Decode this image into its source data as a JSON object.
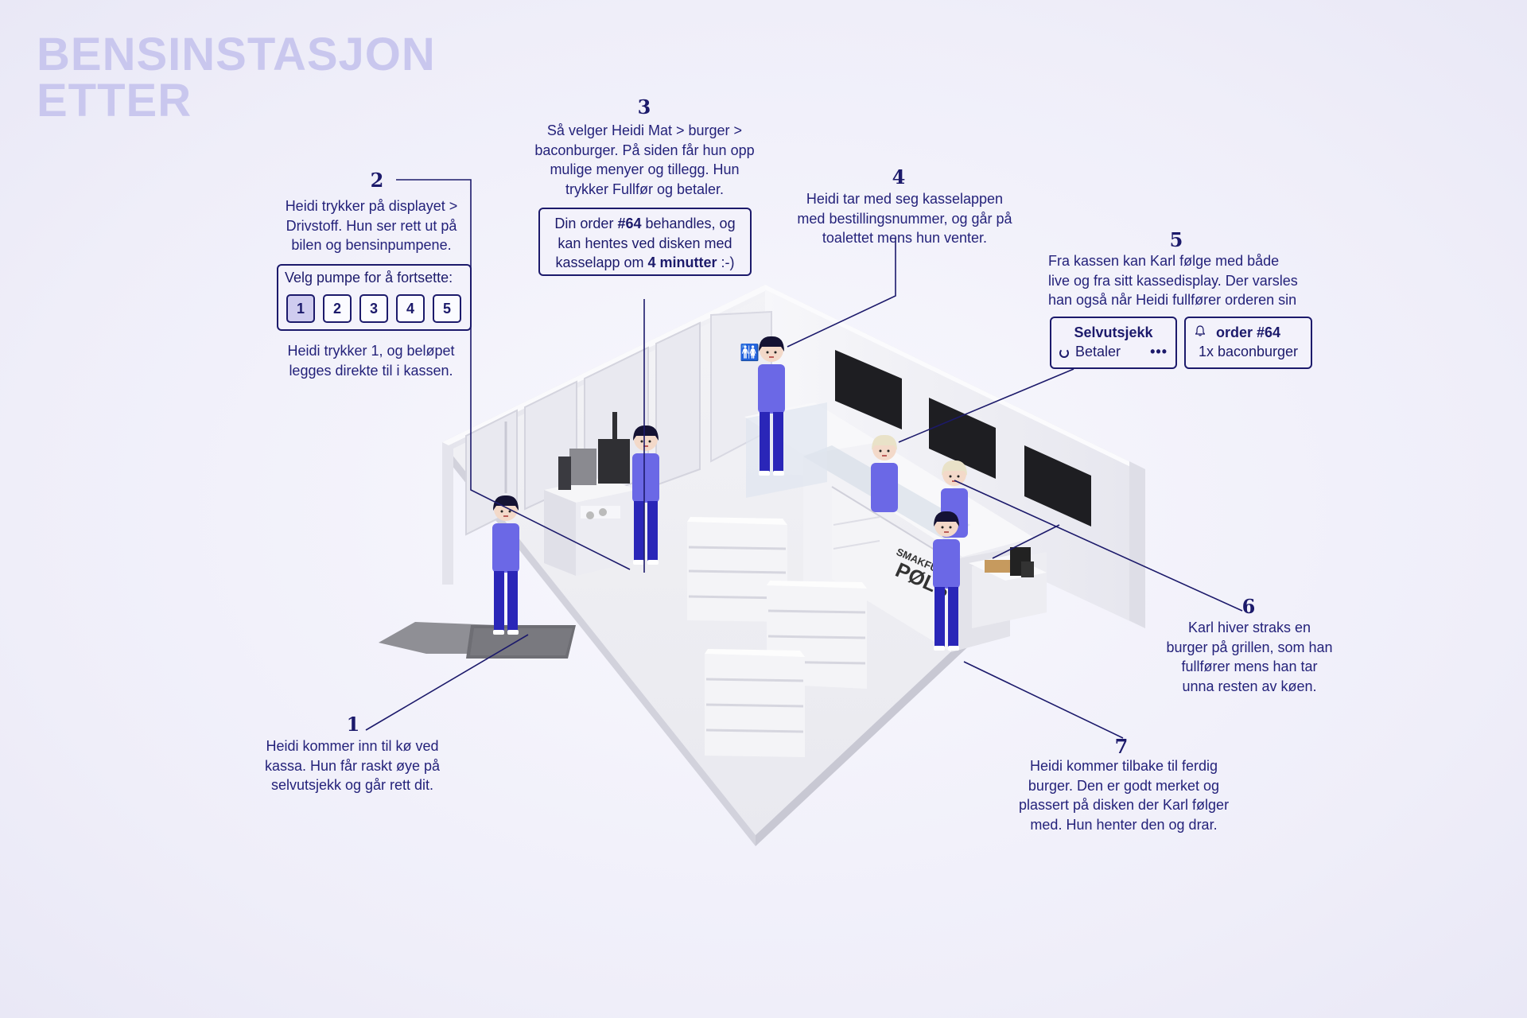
{
  "title": {
    "line1": "BENSINSTASJON",
    "line2": "ETTER"
  },
  "steps": {
    "s1": {
      "num": "1",
      "text": "Heidi kommer inn til kø ved kassa. Hun får raskt øye på selvutsjekk og går rett dit."
    },
    "s2": {
      "num": "2",
      "text": "Heidi trykker på displayet > Drivstoff. Hun ser rett ut på bilen og bensinpumpene.",
      "after": "Heidi trykker 1, og beløpet legges direkte til i kassen."
    },
    "s3": {
      "num": "3",
      "text": "Så velger Heidi Mat > burger > baconburger. På siden får hun opp mulige menyer og tillegg. Hun trykker Fullfør og betaler."
    },
    "s4": {
      "num": "4",
      "text": "Heidi tar med seg kasselappen med bestillingsnummer, og går på toalettet mens hun venter."
    },
    "s5": {
      "num": "5",
      "text": "Fra kassen kan Karl følge med både live og fra sitt kassedisplay. Der varsles han også når Heidi fullfører orderen sin"
    },
    "s6": {
      "num": "6",
      "text": "Karl hiver straks en burger på grillen, som han fullfører mens han tar unna resten av køen."
    },
    "s7": {
      "num": "7",
      "text": "Heidi kommer tilbake til ferdig burger. Den er godt merket og plassert på disken der Karl følger med. Hun henter den og drar."
    }
  },
  "pump_box": {
    "label": "Velg pumpe for å fortsette:",
    "buttons": [
      "1",
      "2",
      "3",
      "4",
      "5"
    ],
    "selected": "1"
  },
  "order_box": {
    "t1": "Din order ",
    "order": "#64",
    "t2": " behandles, og kan hentes ved disken med kasselapp om ",
    "time": "4 minutter",
    "t3": " :-)"
  },
  "display_left": {
    "title": "Selvutsjekk",
    "status": "Betaler",
    "status_icon": "spinner-icon",
    "menu_icon": "ellipsis-icon"
  },
  "display_right": {
    "title": "order #64",
    "item": "1x baconburger",
    "icon": "bell-icon"
  },
  "scene": {
    "sign_line1": "SMAKFU",
    "sign_line2": "PØLS"
  },
  "colors": {
    "accent": "#1c1a6b",
    "person": "#6b68e6",
    "pants": "#2a26b8",
    "title": "#c9c7ee"
  }
}
